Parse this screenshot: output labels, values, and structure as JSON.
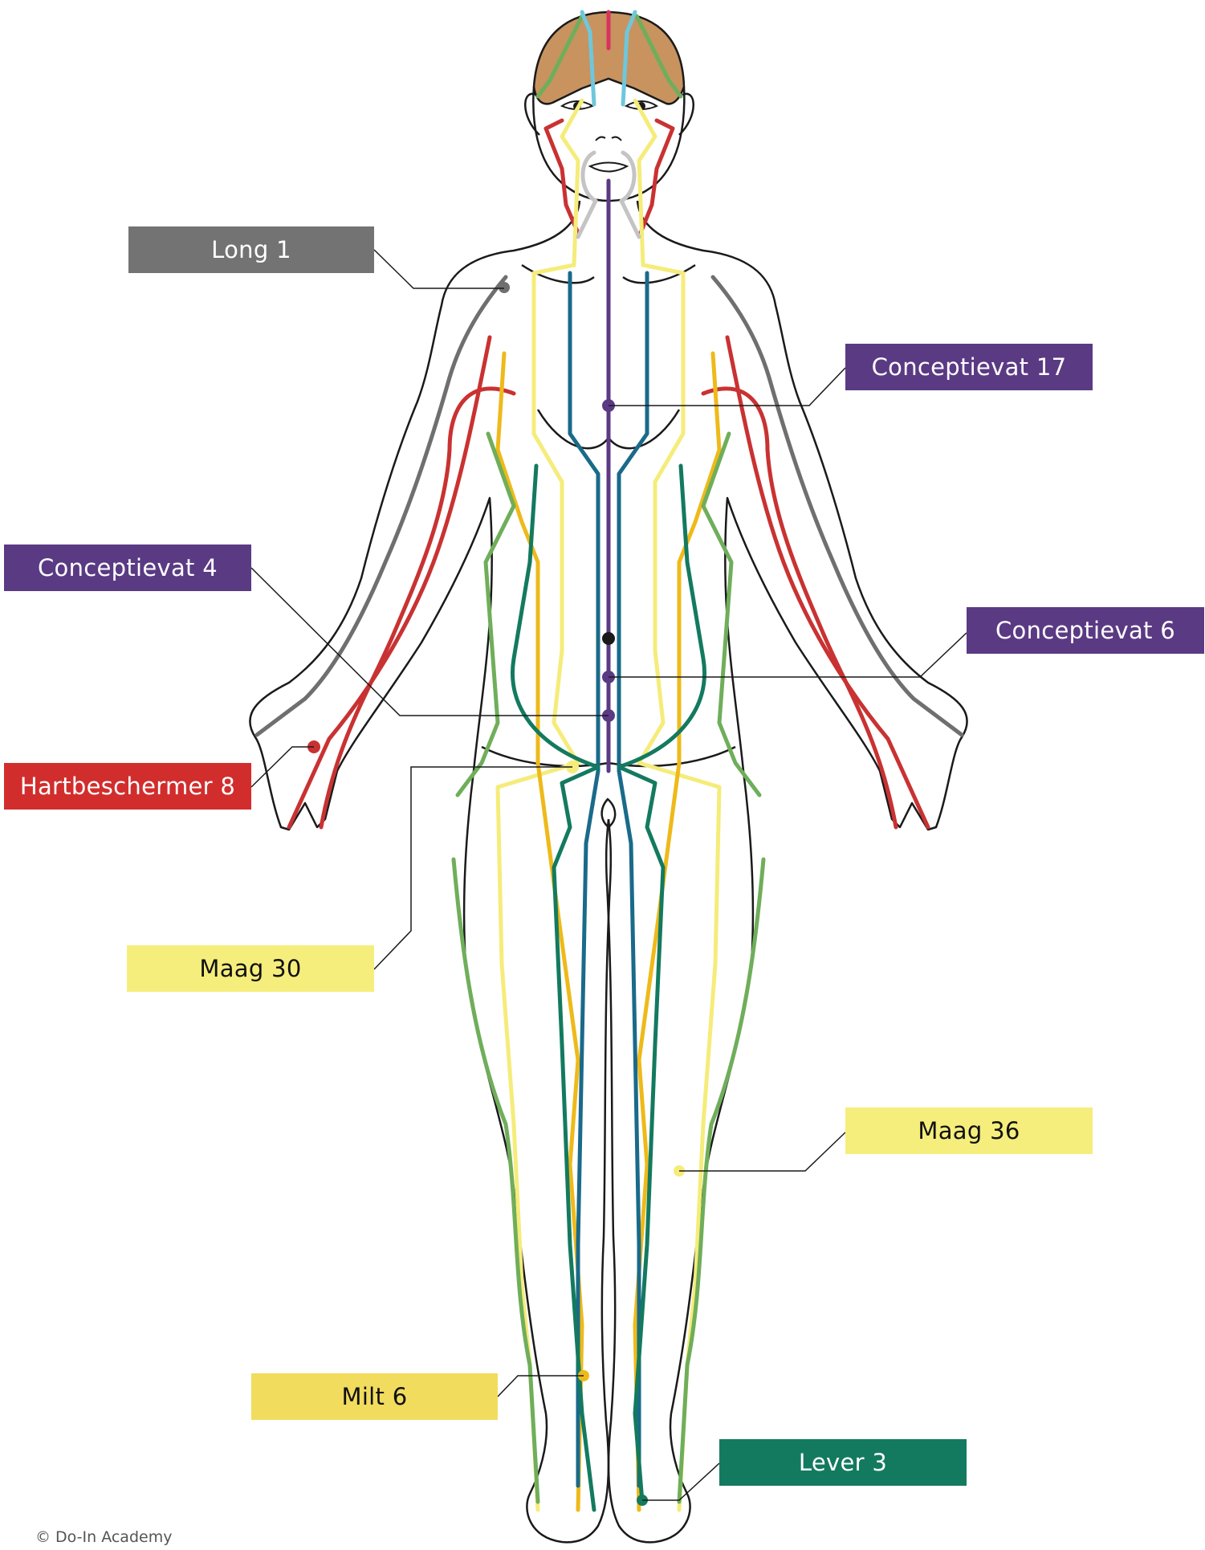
{
  "labels": [
    {
      "id": "long1",
      "text": "Long 1",
      "bg": "#737373",
      "fg": "#ffffff"
    },
    {
      "id": "cv17",
      "text": "Conceptievat 17",
      "bg": "#5b3a84",
      "fg": "#ffffff"
    },
    {
      "id": "cv4",
      "text": "Conceptievat 4",
      "bg": "#5b3a84",
      "fg": "#ffffff"
    },
    {
      "id": "cv6",
      "text": "Conceptievat 6",
      "bg": "#5b3a84",
      "fg": "#ffffff"
    },
    {
      "id": "hb8",
      "text": "Hartbeschermer 8",
      "bg": "#d22d2d",
      "fg": "#ffffff"
    },
    {
      "id": "maag30",
      "text": "Maag 30",
      "bg": "#f6ee7c",
      "fg": "#111111"
    },
    {
      "id": "maag36",
      "text": "Maag 36",
      "bg": "#f6ee7c",
      "fg": "#111111"
    },
    {
      "id": "milt6",
      "text": "Milt 6",
      "bg": "#f1dc5e",
      "fg": "#111111"
    },
    {
      "id": "lever3",
      "text": "Lever 3",
      "bg": "#137a5f",
      "fg": "#ffffff"
    }
  ],
  "copyright": "© Do-In Academy",
  "colors": {
    "outline": "#1a1a1a",
    "hair": "#c8935e",
    "gray": "#6f6f6f",
    "purple": "#5b3a84",
    "blue": "#1a6a8a",
    "darkgreen": "#137a5f",
    "green": "#6fae5a",
    "lightyellow": "#f5ec7a",
    "yellow": "#eeba1a",
    "red": "#c93232",
    "pink": "#d8335f",
    "cyan": "#6ec7dc",
    "silver": "#c4c4c4"
  }
}
